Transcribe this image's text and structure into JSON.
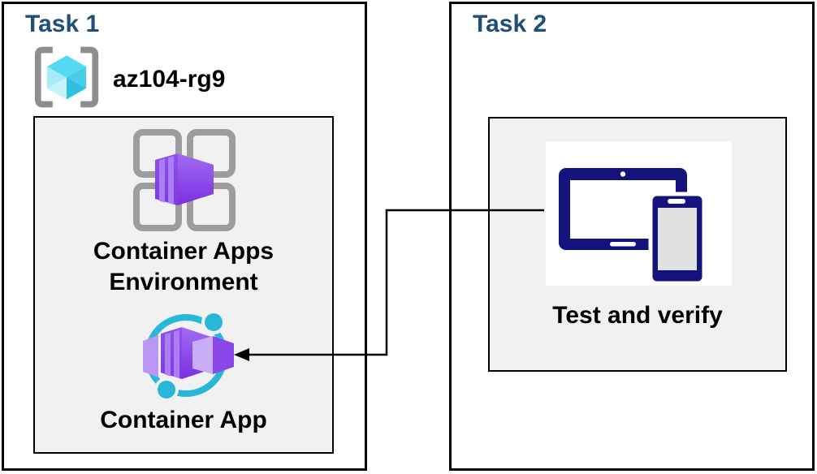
{
  "task1": {
    "title": "Task 1",
    "resource_group_name": "az104-rg9",
    "environment_label_line1": "Container Apps",
    "environment_label_line2": "Environment",
    "app_label": "Container App"
  },
  "task2": {
    "title": "Task 2",
    "test_label": "Test and verify"
  },
  "connector": {
    "type": "elbow-arrow",
    "from": "test-and-verify-node",
    "to": "container-app-node"
  },
  "icons": {
    "resource_group": "resource-group-icon",
    "environment": "container-apps-environment-icon",
    "app": "container-app-icon",
    "devices": "devices-icon"
  },
  "colors": {
    "task_title_blue": "#1F4E79",
    "box_border": "#000000",
    "inner_panel_bg": "#F1F1F1",
    "bracket_gray": "#8E8E8E",
    "grid_gray": "#9D9D9D",
    "cube_cyan_top": "#55D9F2",
    "cube_cyan_left": "#A7EBF8",
    "cube_cyan_right": "#30BFE1",
    "container_purple_dark": "#7C33E0",
    "container_purple_mid": "#9A63F0",
    "container_purple_light": "#A97FF4",
    "ring_cyan": "#29B7D8",
    "device_navy": "#13137B",
    "phone_screen_gray": "#E2E2E2"
  }
}
